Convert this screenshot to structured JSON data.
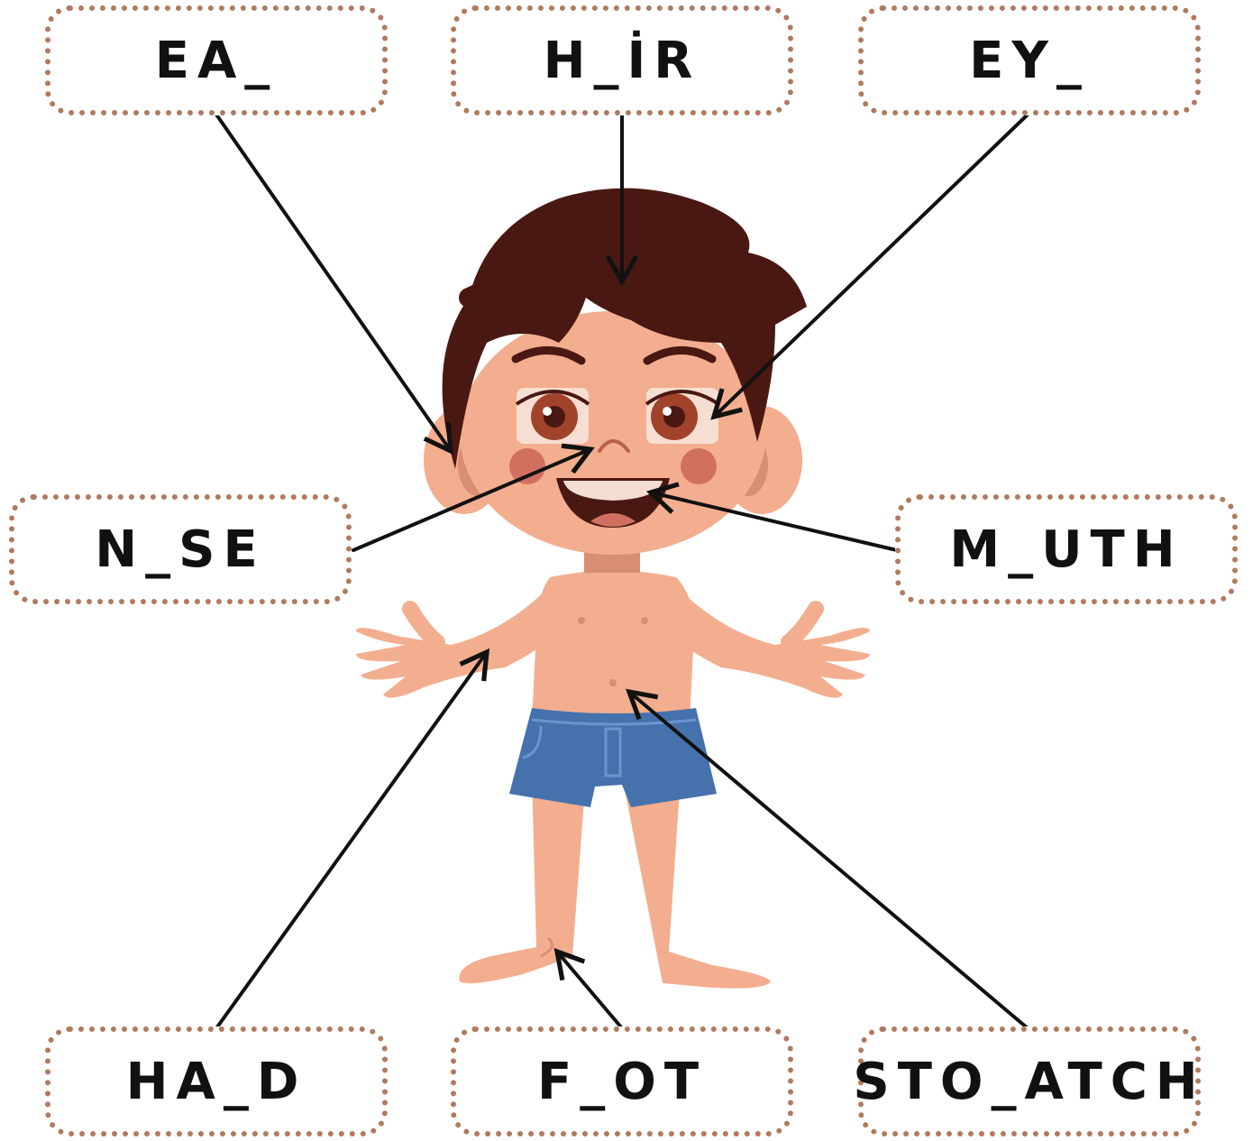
{
  "labels": {
    "ear": "EA_",
    "hair": "H_İR",
    "eye": "EY_",
    "nose": "N_SE",
    "mouth": "M_UTH",
    "hand": "HA_D",
    "foot": "F_OT",
    "stomach": "STO_ATCH"
  },
  "colors": {
    "box_border": "#b07a5e",
    "skin": "#f3ae8f",
    "hair": "#4a1812",
    "shorts": "#4572ad",
    "arrow": "#111111"
  }
}
